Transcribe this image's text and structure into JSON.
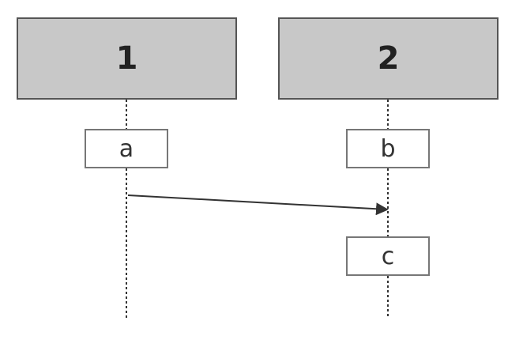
{
  "lifelines": [
    {
      "id": "1",
      "label": "1"
    },
    {
      "id": "2",
      "label": "2"
    }
  ],
  "states": {
    "a": "a",
    "b": "b",
    "c": "c"
  },
  "colors": {
    "header_fill": "#c8c8c8",
    "header_border": "#555555",
    "box_border": "#777777",
    "line": "#333333"
  }
}
